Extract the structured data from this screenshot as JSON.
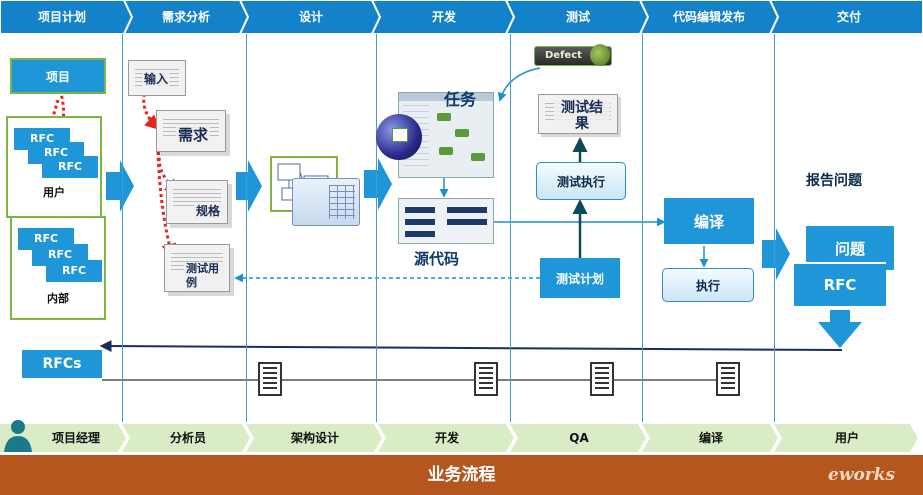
{
  "phases": [
    "项目计划",
    "需求分析",
    "设计",
    "开发",
    "测试",
    "代码编辑发布",
    "交付"
  ],
  "roles": [
    "项目经理",
    "分析员",
    "架构设计",
    "开发",
    "QA",
    "编译",
    "用户"
  ],
  "footer": {
    "title": "业务流程",
    "logo": "eworks"
  },
  "planning": {
    "project_label": "项目",
    "user_group": {
      "rfc_labels": [
        "RFC",
        "RFC",
        "RFC"
      ],
      "label": "用户"
    },
    "internal_group": {
      "rfc_labels": [
        "RFC",
        "RFC",
        "RFC"
      ],
      "label": "内部"
    }
  },
  "requirements": {
    "input_label": "输入",
    "req_label": "需求",
    "spec_label": "规格",
    "testcase_label": "测试用例"
  },
  "development": {
    "task_label": "任务",
    "source_label": "源代码"
  },
  "testing": {
    "defect_label": "Defect",
    "results_label": "测试结果",
    "execute_label": "测试执行",
    "plan_label": "测试计划"
  },
  "release": {
    "compile_label": "编译",
    "run_label": "执行"
  },
  "delivery": {
    "report_label": "报告问题",
    "issue_label": "问题",
    "rfc_label": "RFC"
  },
  "rfcs_label": "RFCs",
  "colors": {
    "phase_band": "#1482c8",
    "role_band": "#d9ecc6",
    "footer": "#b4561e",
    "box_blue": "#1e96d8",
    "frame_green": "#7ab640",
    "arrow_red": "#e0281e"
  }
}
